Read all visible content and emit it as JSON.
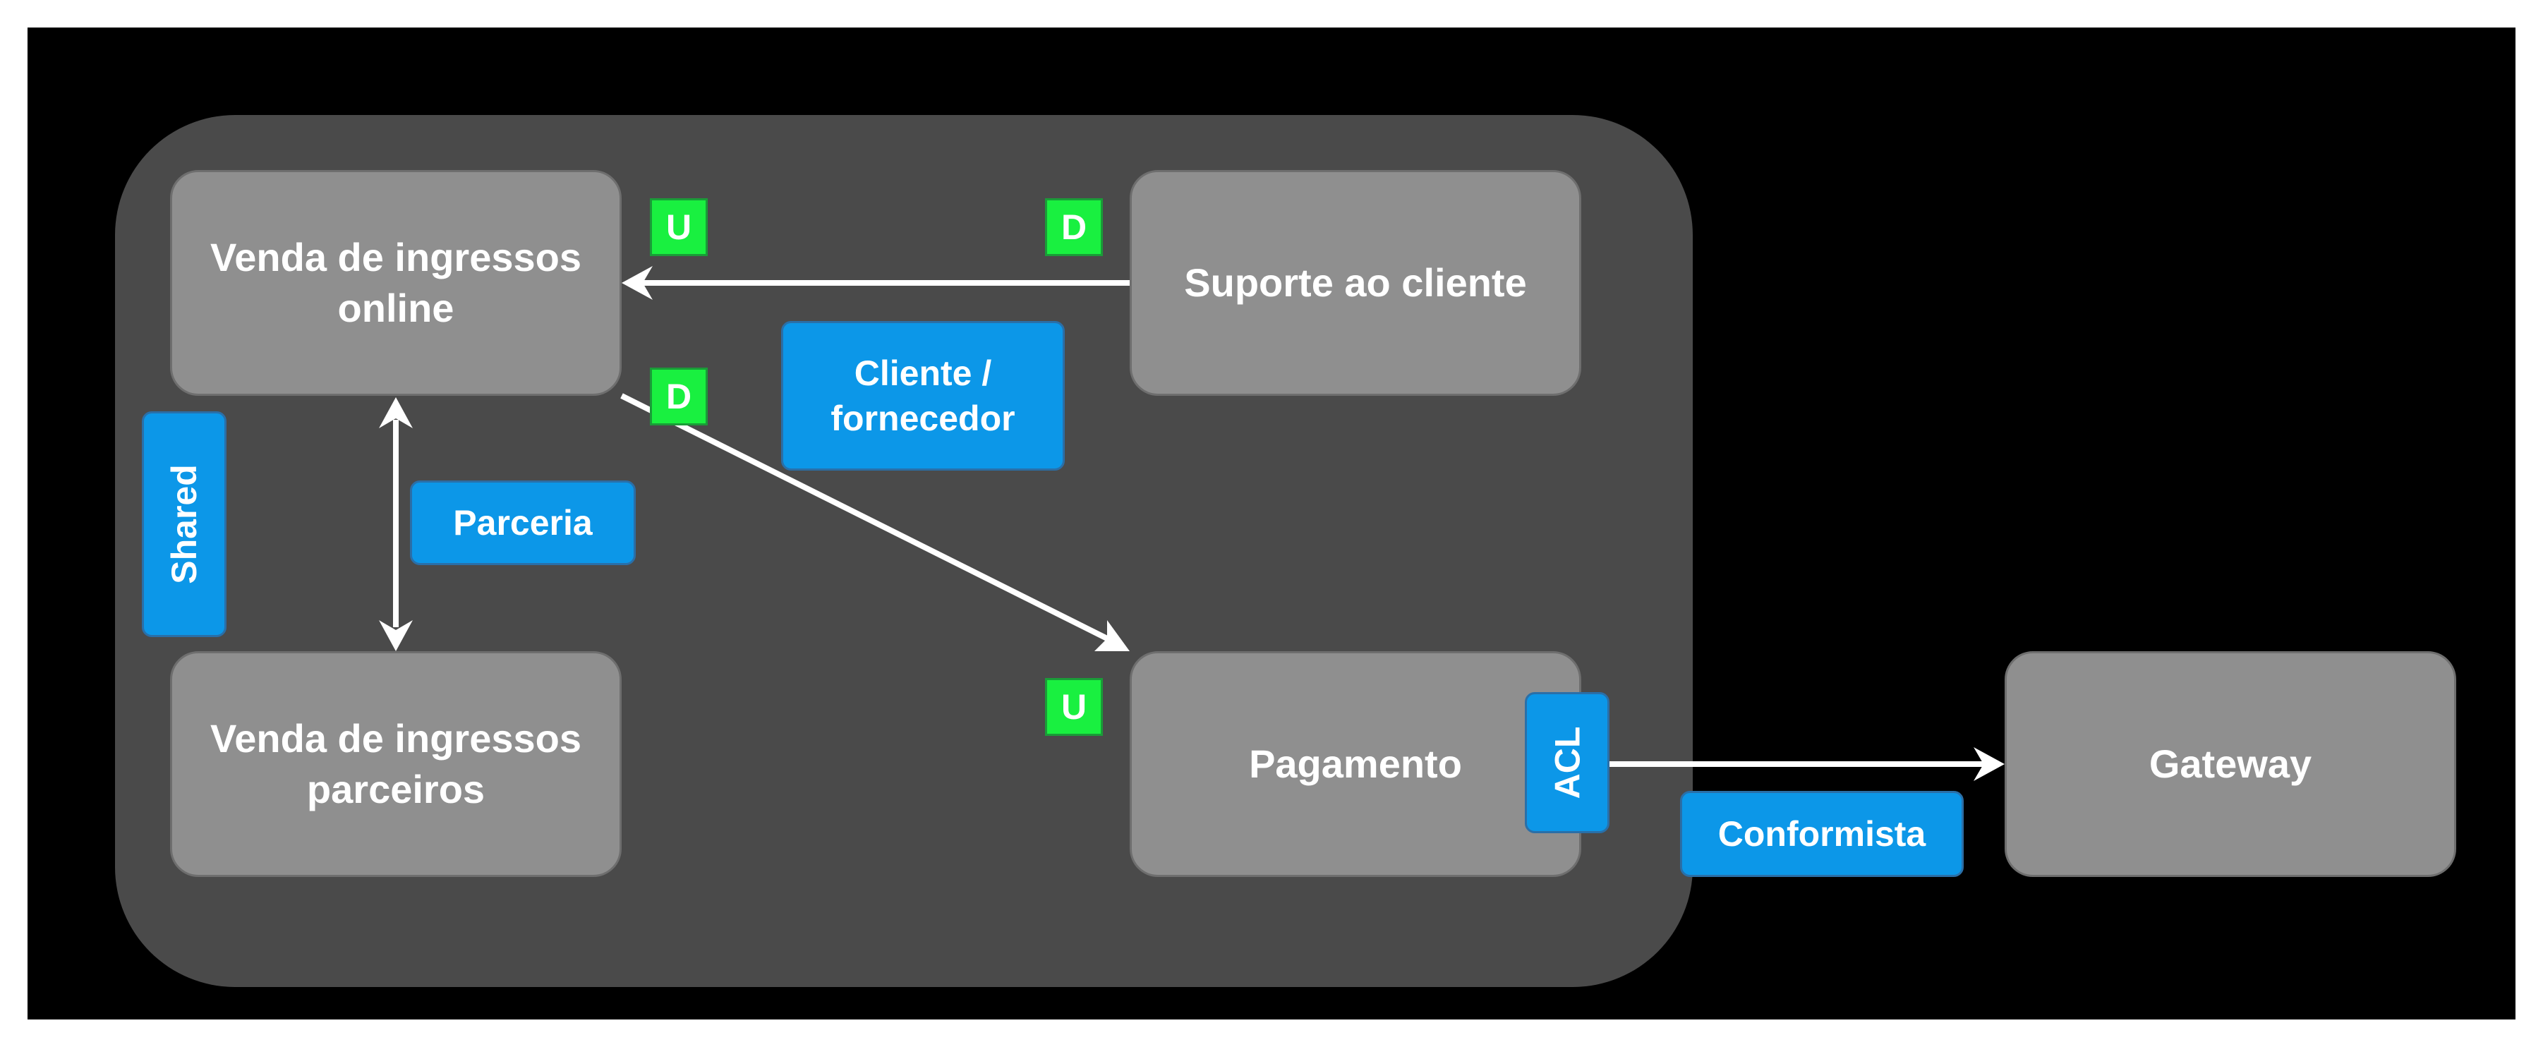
{
  "contexts": {
    "online": "Venda de ingressos\nonline",
    "support": "Suporte ao cliente",
    "partners": "Venda de ingressos\nparceiros",
    "payment": "Pagamento",
    "gateway": "Gateway"
  },
  "relations": {
    "shared": "Shared",
    "partnership": "Parceria",
    "customer_supplier": "Cliente /\nfornecedor",
    "acl": "ACL",
    "conformist": "Conformista"
  },
  "badges": {
    "upstream": "U",
    "downstream": "D"
  },
  "colors": {
    "canvas": "#000000",
    "group": "#4a4a4a",
    "context": "#8f8f8f",
    "relation": "#0c97e8",
    "badge": "#19f040",
    "arrow": "#ffffff"
  }
}
